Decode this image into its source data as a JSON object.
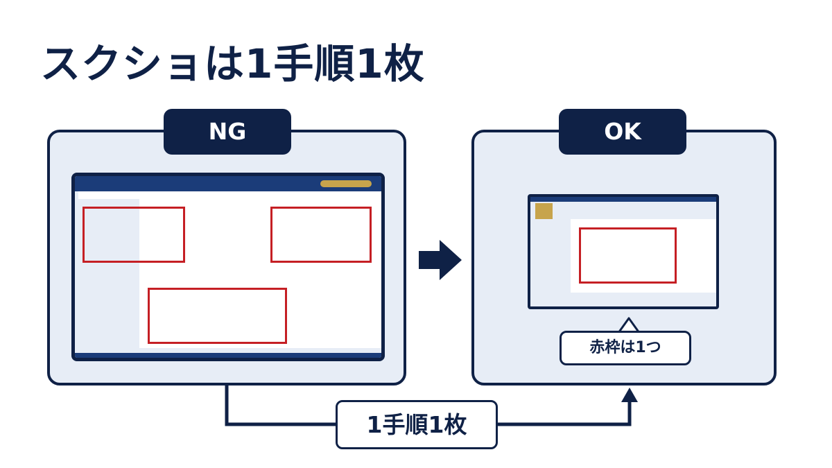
{
  "title": "スクショは1手順1枚",
  "ng_panel": {
    "badge": "NG"
  },
  "ok_panel": {
    "badge": "OK",
    "callout": "赤枠は1つ"
  },
  "connector": {
    "label": "1手順1枚"
  },
  "colors": {
    "navy": "#0f2146",
    "panel_bg": "#e7edf6",
    "titlebar": "#1b3c79",
    "accent_gold": "#c7a44c",
    "highlight_red": "#c51f24"
  }
}
